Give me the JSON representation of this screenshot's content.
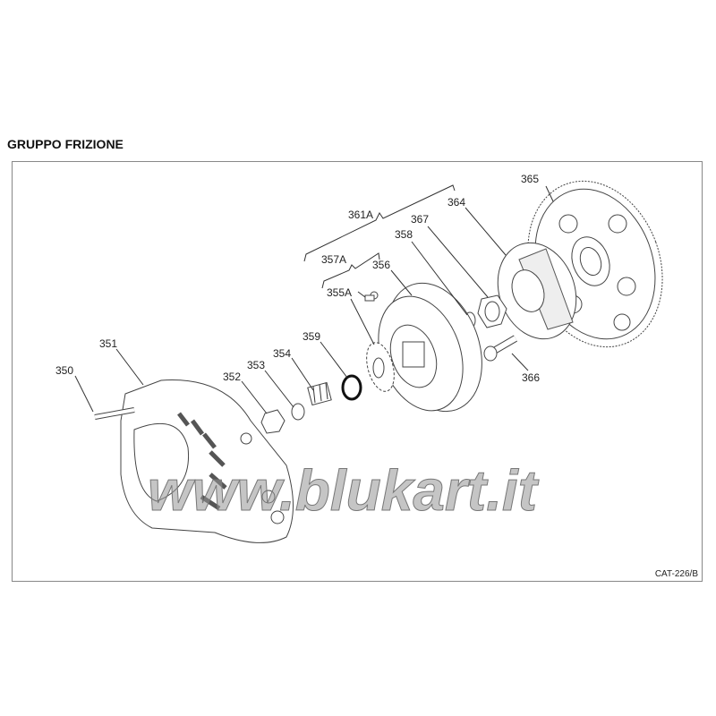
{
  "title": "GRUPPO FRIZIONE",
  "catalog_code": "CAT-226/B",
  "watermark": "www.blukart.it",
  "parts": {
    "p350": "350",
    "p351": "351",
    "p352": "352",
    "p353": "353",
    "p354": "354",
    "p355A": "355A",
    "p356": "356",
    "p357A": "357A",
    "p358": "358",
    "p359": "359",
    "p361A": "361A",
    "p364": "364",
    "p365": "365",
    "p366": "366",
    "p367": "367"
  }
}
